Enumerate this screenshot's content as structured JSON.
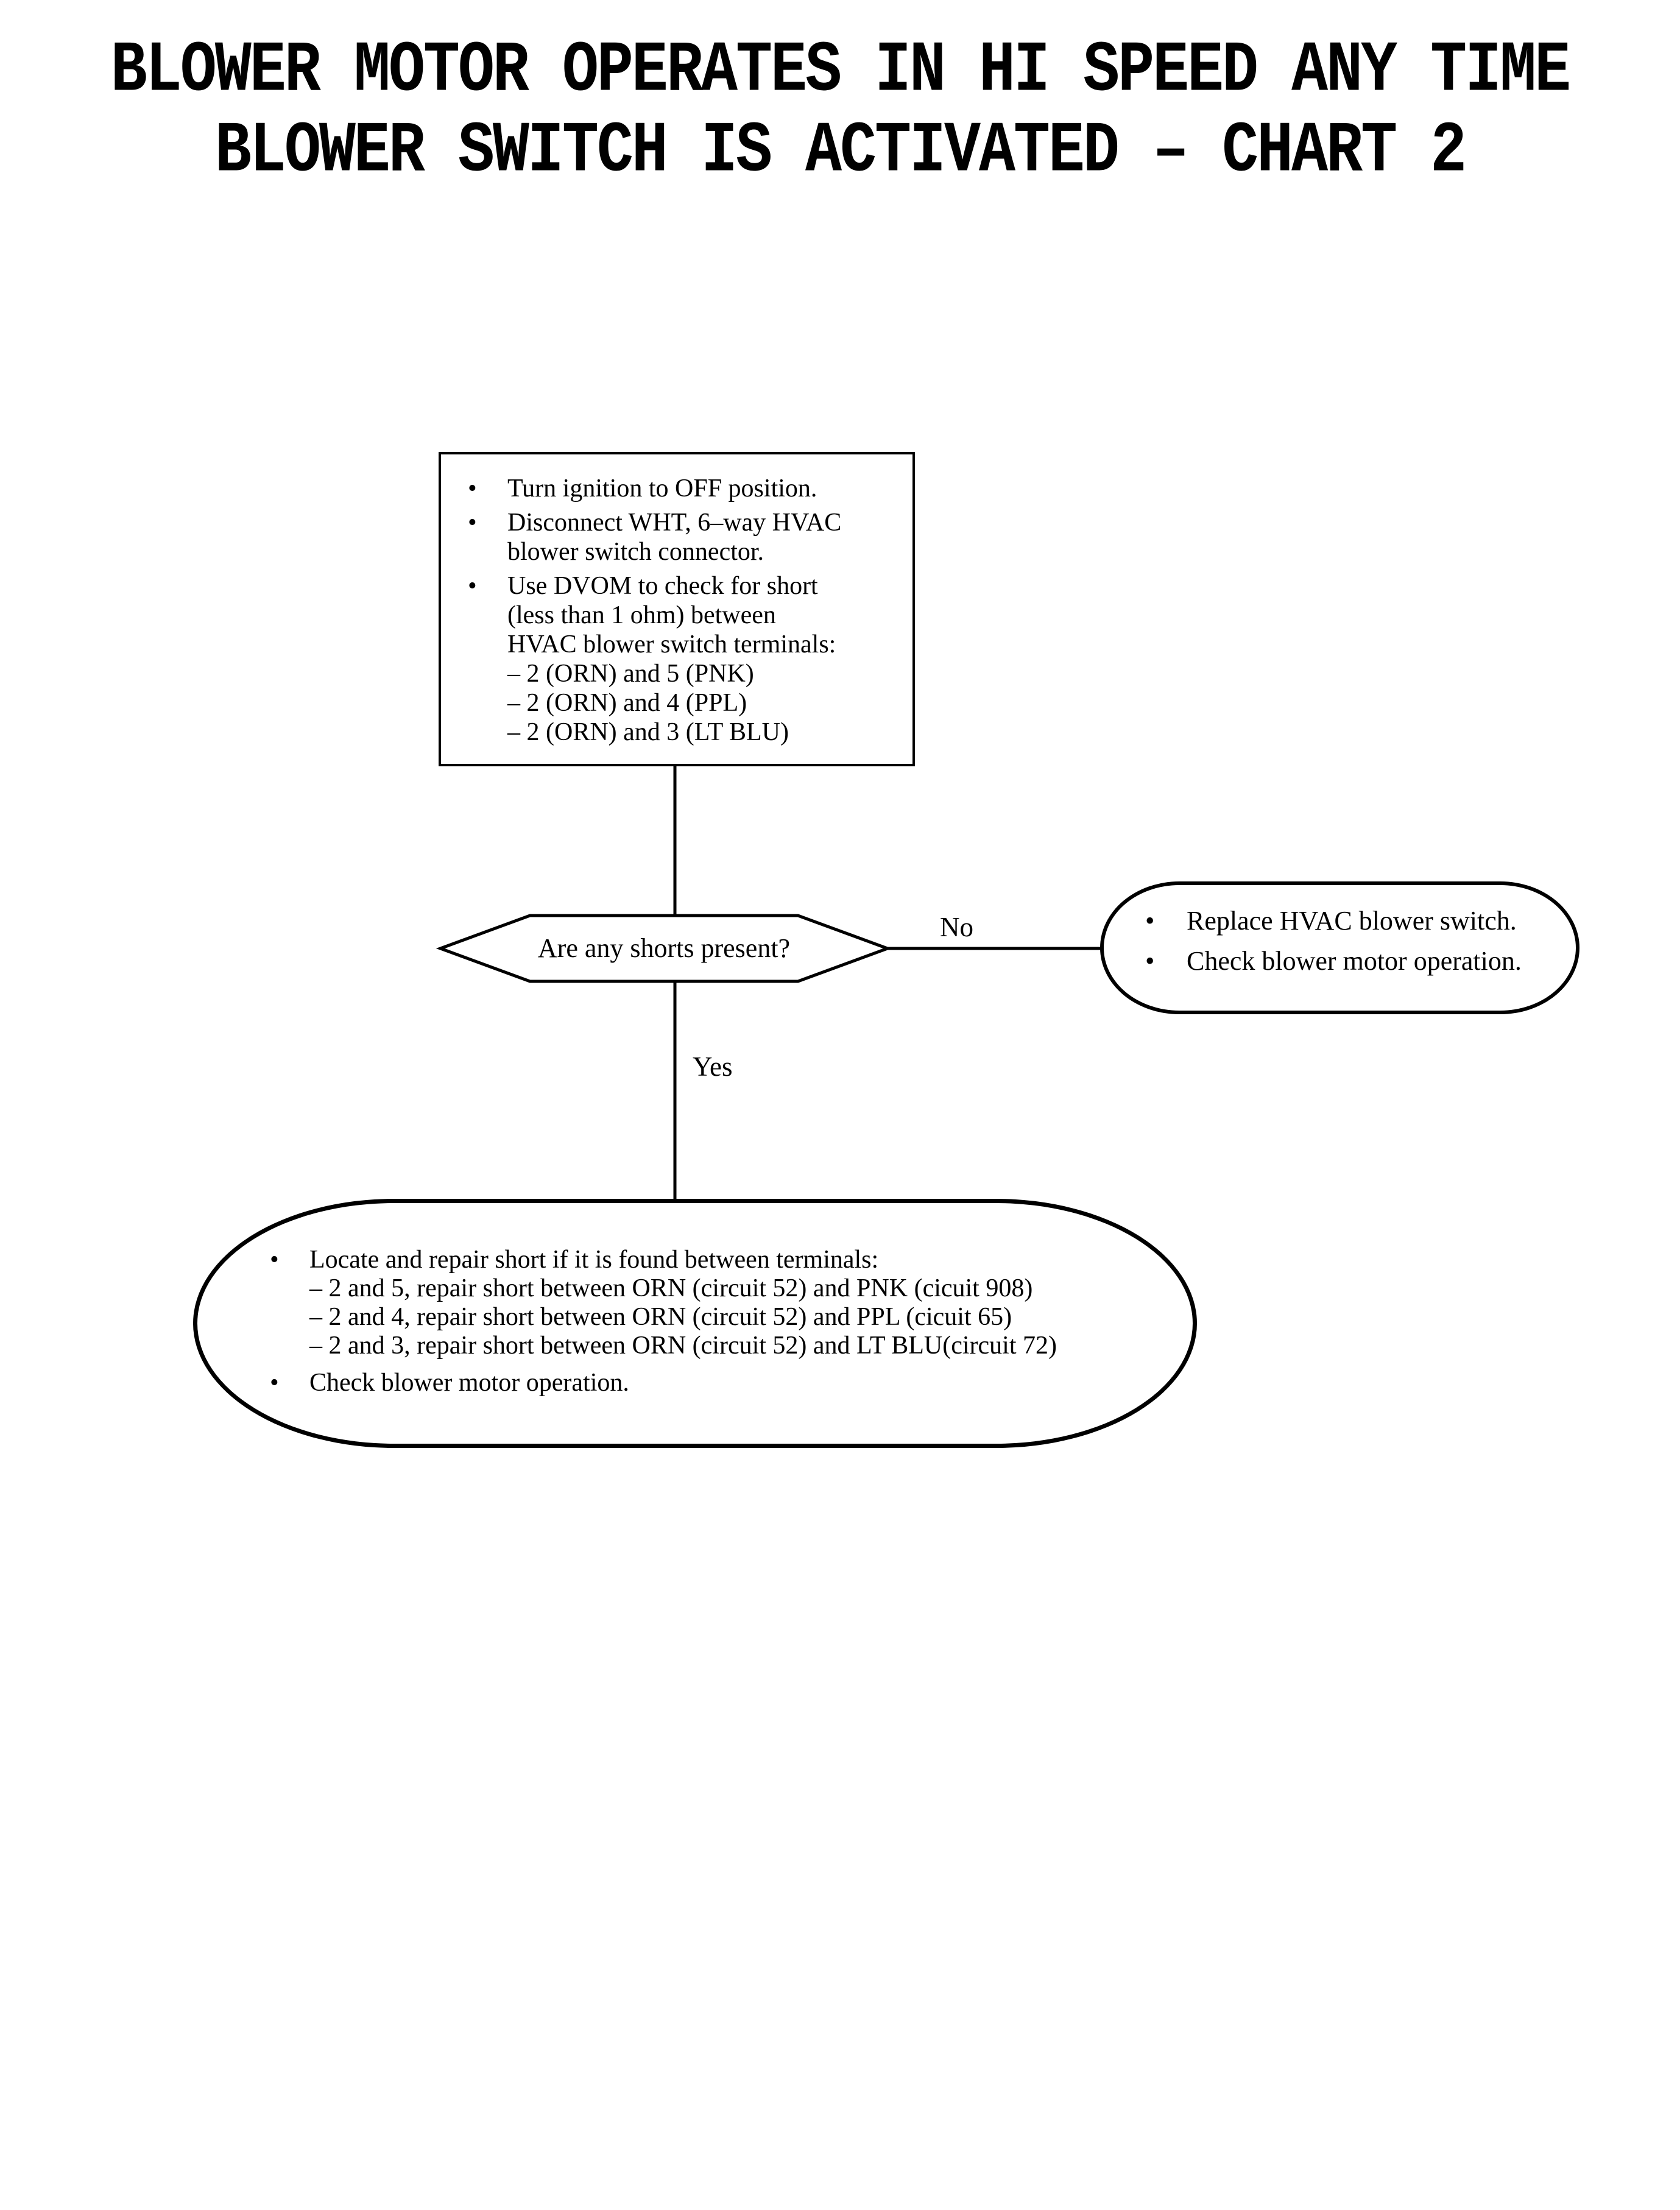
{
  "title": {
    "line1": "BLOWER MOTOR OPERATES IN HI SPEED ANY TIME",
    "line2": "BLOWER SWITCH IS ACTIVATED – CHART 2"
  },
  "chars": {
    "bullet": "•"
  },
  "colors": {
    "ink": "#000000",
    "paper": "#ffffff"
  },
  "flowchart": {
    "process_box": {
      "items": [
        {
          "lines": [
            "Turn ignition to OFF position."
          ]
        },
        {
          "lines": [
            "Disconnect WHT, 6–way HVAC",
            "blower switch connector."
          ]
        },
        {
          "lines": [
            "Use DVOM to check for short",
            "(less than 1 ohm) between",
            "HVAC blower switch terminals:",
            "– 2 (ORN) and 5 (PNK)",
            "– 2 (ORN) and 4 (PPL)",
            "– 2 (ORN) and 3 (LT BLU)"
          ]
        }
      ]
    },
    "decision": {
      "question": "Are any shorts present?"
    },
    "no_branch": {
      "label": "No",
      "result": {
        "bullets": [
          "Replace HVAC blower switch.",
          "Check blower motor operation."
        ]
      }
    },
    "yes_branch": {
      "label": "Yes",
      "result": {
        "item1_lines": [
          "Locate and repair short if it is found between terminals:",
          "– 2 and 5, repair short between ORN (circuit 52) and PNK (cicuit 908)",
          "– 2 and 4, repair short between ORN (circuit 52) and PPL (cicuit 65)",
          "– 2 and 3, repair short between ORN (circuit 52) and LT BLU(circuit 72)"
        ],
        "item2": "Check blower motor operation."
      }
    }
  }
}
